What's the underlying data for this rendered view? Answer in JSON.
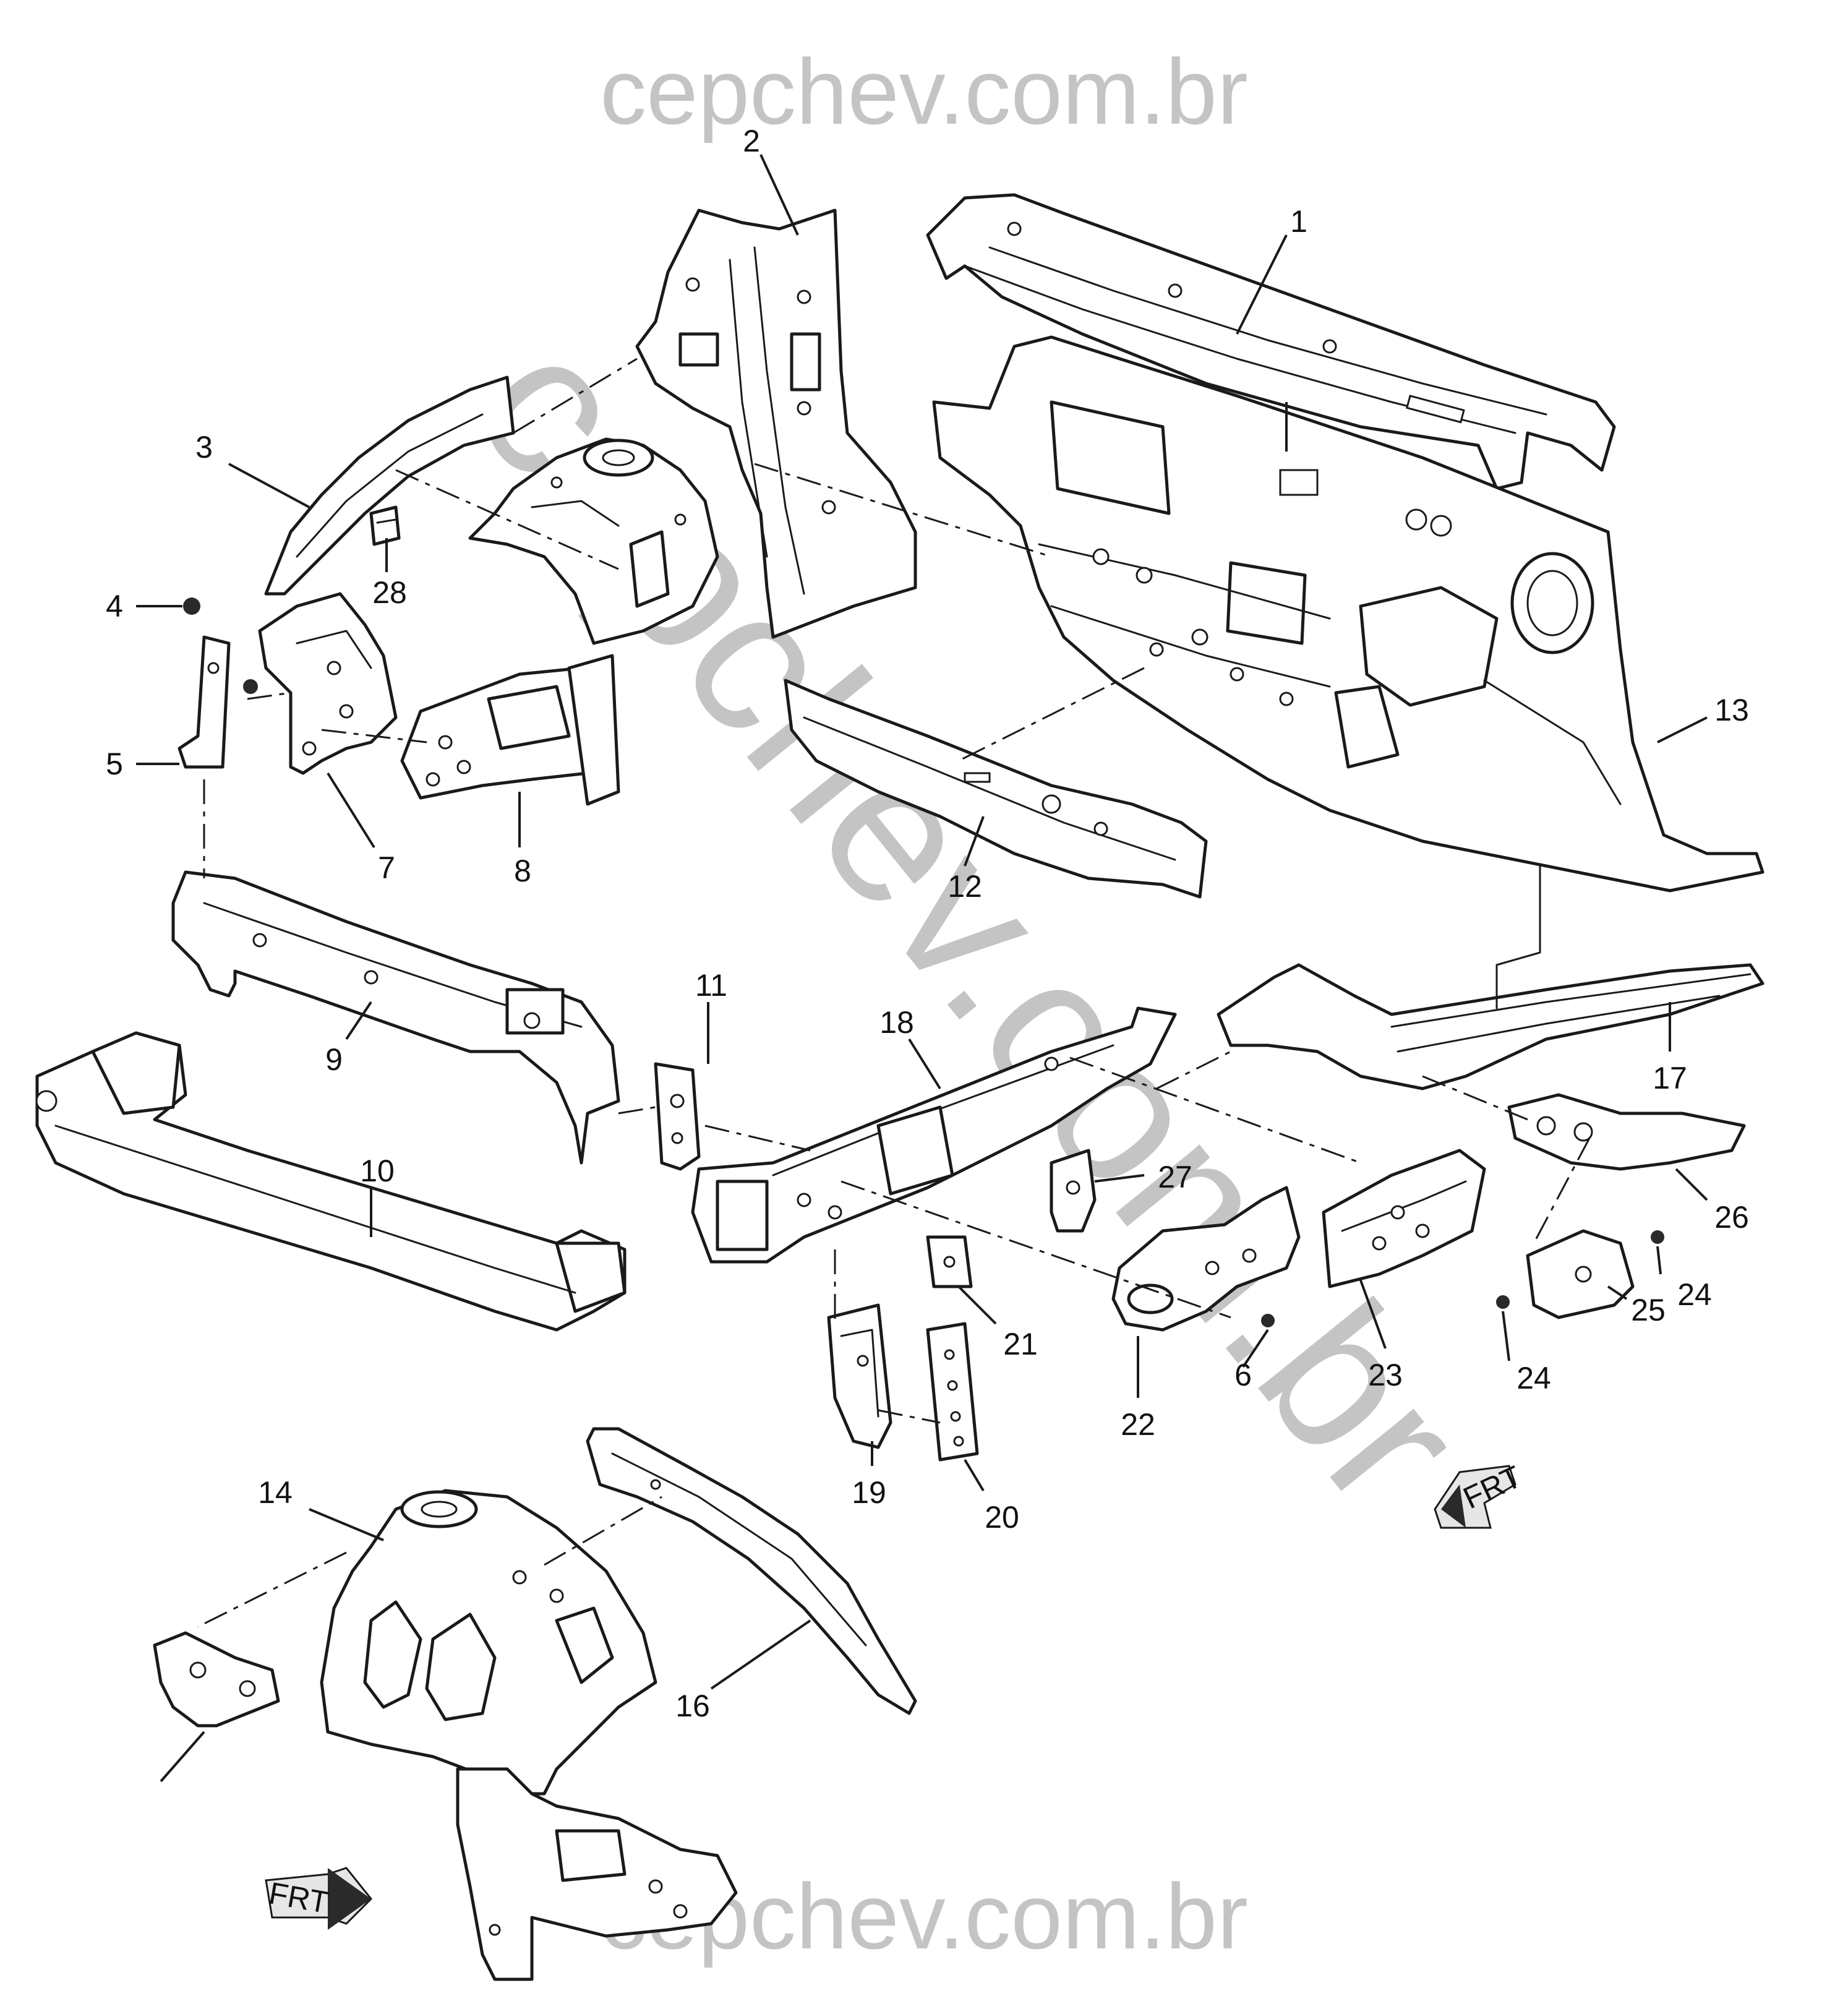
{
  "watermark": {
    "top": "cepchev.com.br",
    "diagonal": "cepchev.com.br",
    "bottom": "cepchev.com.br"
  },
  "callouts": [
    {
      "id": "c1",
      "label": "1"
    },
    {
      "id": "c2",
      "label": "2"
    },
    {
      "id": "c3",
      "label": "3"
    },
    {
      "id": "c4",
      "label": "4"
    },
    {
      "id": "c5",
      "label": "5"
    },
    {
      "id": "c6",
      "label": "6"
    },
    {
      "id": "c7",
      "label": "7"
    },
    {
      "id": "c8",
      "label": "8"
    },
    {
      "id": "c9",
      "label": "9"
    },
    {
      "id": "c10",
      "label": "10"
    },
    {
      "id": "c11",
      "label": "11"
    },
    {
      "id": "c12",
      "label": "12"
    },
    {
      "id": "c13",
      "label": "13"
    },
    {
      "id": "c14",
      "label": "14"
    },
    {
      "id": "c16",
      "label": "16"
    },
    {
      "id": "c17",
      "label": "17"
    },
    {
      "id": "c18",
      "label": "18"
    },
    {
      "id": "c19",
      "label": "19"
    },
    {
      "id": "c20",
      "label": "20"
    },
    {
      "id": "c21",
      "label": "21"
    },
    {
      "id": "c22",
      "label": "22"
    },
    {
      "id": "c23",
      "label": "23"
    },
    {
      "id": "c24a",
      "label": "24"
    },
    {
      "id": "c24b",
      "label": "24"
    },
    {
      "id": "c25",
      "label": "25"
    },
    {
      "id": "c26",
      "label": "26"
    },
    {
      "id": "c27",
      "label": "27"
    },
    {
      "id": "c28",
      "label": "28"
    }
  ],
  "arrows": {
    "front_right": "FRT",
    "front_left": "FRT"
  }
}
